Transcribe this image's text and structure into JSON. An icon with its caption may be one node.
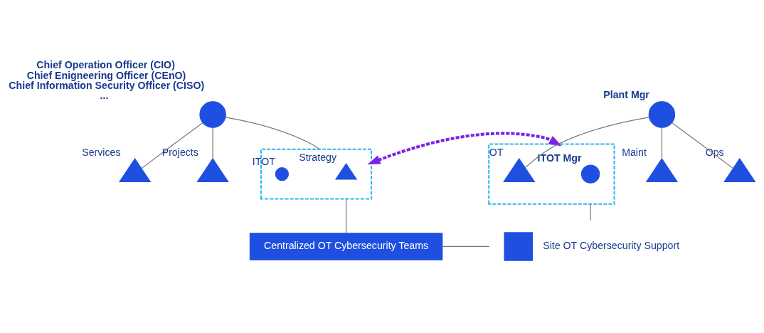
{
  "diagram": {
    "nodes": [
      {
        "text": [
          "Chief Operation Officer (CIO)",
          "Chief Enigneering Officer (CEnO)",
          "Chief Information Security Officer (CISO)",
          "..."
        ]
      },
      {
        "text": [
          "Services"
        ]
      },
      {
        "text": [
          "Projects"
        ]
      },
      {
        "text": [],
        "shape": "box"
      },
      {
        "text": [
          "Strategy"
        ],
        "in": 3
      },
      {
        "text": [
          "ITOT"
        ],
        "in": 3
      },
      {
        "text": [
          "Centralized OT Cybersecurity Teams"
        ]
      },
      {
        "text": [
          "Plant Mgr"
        ]
      },
      {
        "text": [],
        "shape": "box"
      },
      {
        "text": [
          "ITOT Mgr"
        ],
        "in": 8
      },
      {
        "text": [
          "OT"
        ],
        "in": 8
      },
      {
        "text": [
          "Maint"
        ]
      },
      {
        "text": [
          "Ops"
        ]
      },
      {
        "text": [],
        "shape": "box",
        "beside": [
          "Site OT Cybersecurity Support"
        ]
      }
    ],
    "edges": [
      {
        "from": 0,
        "to": 1,
        "arrow": "none"
      },
      {
        "from": 0,
        "to": 2,
        "arrow": "none"
      },
      {
        "from": 0,
        "to": 3,
        "arrow": "none"
      },
      {
        "from": 3,
        "to": 8,
        "arrow": "both",
        "style": "dashed",
        "color": "#7b22e6"
      },
      {
        "from": 3,
        "to": 6,
        "arrow": "none"
      },
      {
        "from": 6,
        "to": 13,
        "arrow": "none"
      },
      {
        "from": 13,
        "to": 8,
        "arrow": "none"
      },
      {
        "from": 7,
        "to": 10,
        "arrow": "none"
      },
      {
        "from": 7,
        "to": 11,
        "arrow": "none"
      },
      {
        "from": 7,
        "to": 12,
        "arrow": "none"
      }
    ]
  }
}
